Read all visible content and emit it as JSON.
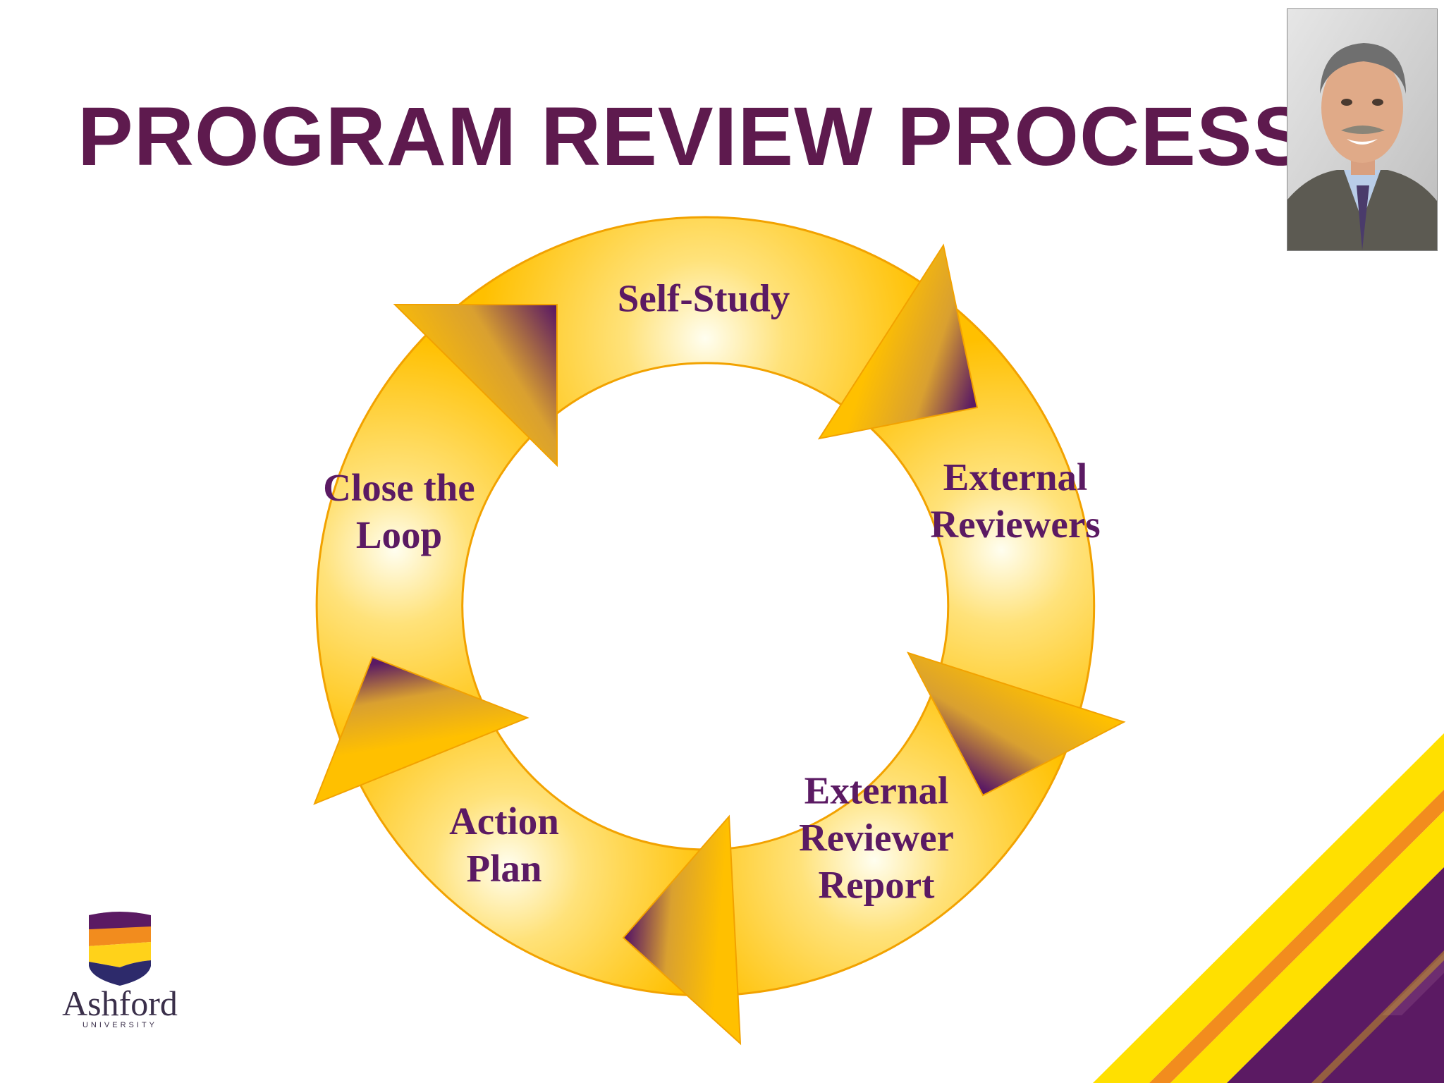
{
  "slide": {
    "title": "PROGRAM REVIEW PROCESS"
  },
  "cycle": {
    "stages": [
      {
        "lines": [
          "Self-Study"
        ]
      },
      {
        "lines": [
          "External",
          "Reviewers"
        ]
      },
      {
        "lines": [
          "External",
          "Reviewer",
          "Report"
        ]
      },
      {
        "lines": [
          "Action",
          "Plan"
        ]
      },
      {
        "lines": [
          "Close the",
          "Loop"
        ]
      }
    ]
  },
  "logo": {
    "name": "Ashford",
    "subtitle": "UNIVERSITY"
  },
  "colors": {
    "title": "#5e1a4e",
    "ring": "#ffc000",
    "arrow_dark": "#5b1a63",
    "stage_text": "#5b1a63"
  }
}
